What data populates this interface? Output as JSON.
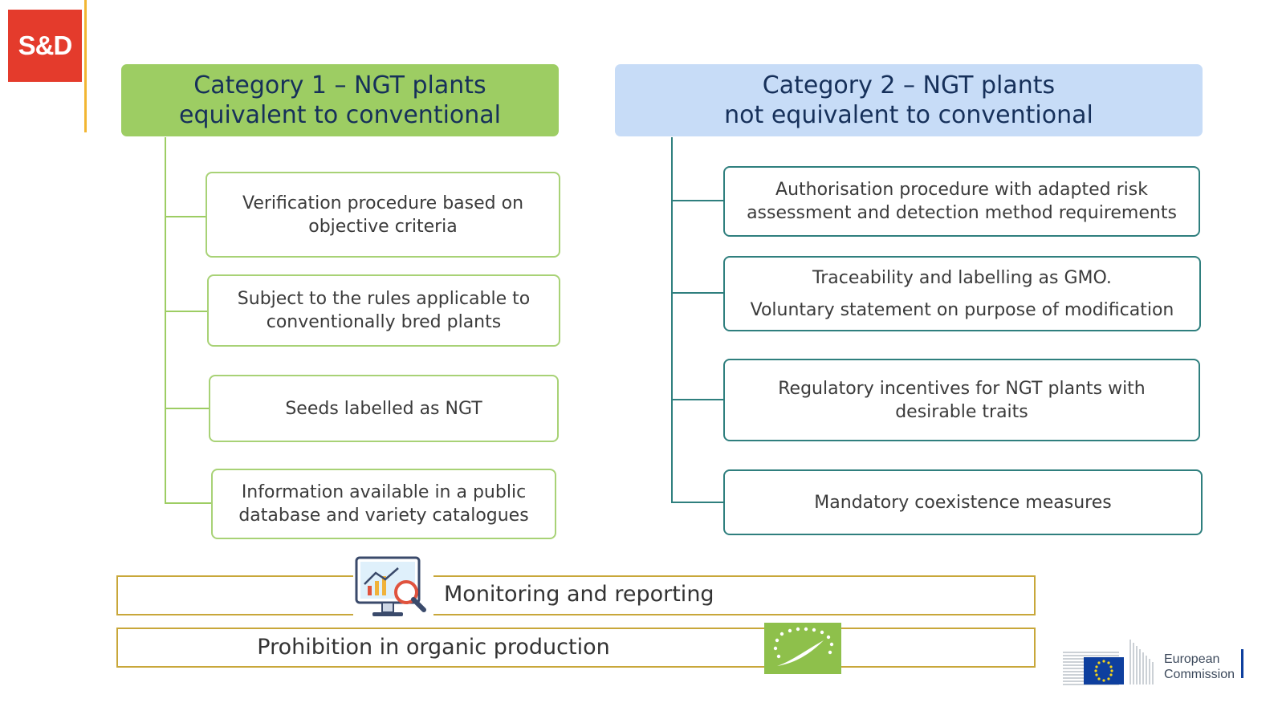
{
  "logo": {
    "text": "S&D",
    "color": "#e43b2c",
    "rule_color": "#f2b632"
  },
  "category1": {
    "line1": "Category 1 – NGT plants",
    "line2": "equivalent to conventional",
    "color": "#9dcd63",
    "items": [
      {
        "line1": "Verification procedure based on",
        "line2": "objective criteria"
      },
      {
        "line1": "Subject to the rules applicable to",
        "line2": "conventionally bred plants"
      },
      {
        "line1": "Seeds labelled as NGT"
      },
      {
        "line1": "Information available in a public",
        "line2": "database and variety catalogues"
      }
    ]
  },
  "category2": {
    "line1": "Category 2 – NGT plants",
    "line2": "not equivalent to conventional",
    "color": "#c7dcf7",
    "items": [
      {
        "line1": "Authorisation procedure with adapted risk",
        "line2": "assessment and detection method requirements"
      },
      {
        "line1": "Traceability and labelling as GMO.",
        "line2": "Voluntary statement on purpose of modification"
      },
      {
        "line1": "Regulatory incentives for NGT plants with",
        "line2": "desirable traits"
      },
      {
        "line1": "Mandatory coexistence measures"
      }
    ]
  },
  "bars": {
    "monitoring": "Monitoring and reporting",
    "prohibition": "Prohibition in organic production",
    "color": "#c8a73a"
  },
  "icons": {
    "monitor": "monitor-analytics-icon",
    "organic": "eu-organic-leaf-icon"
  },
  "ec_logo": {
    "line1": "European",
    "line2": "Commission"
  }
}
